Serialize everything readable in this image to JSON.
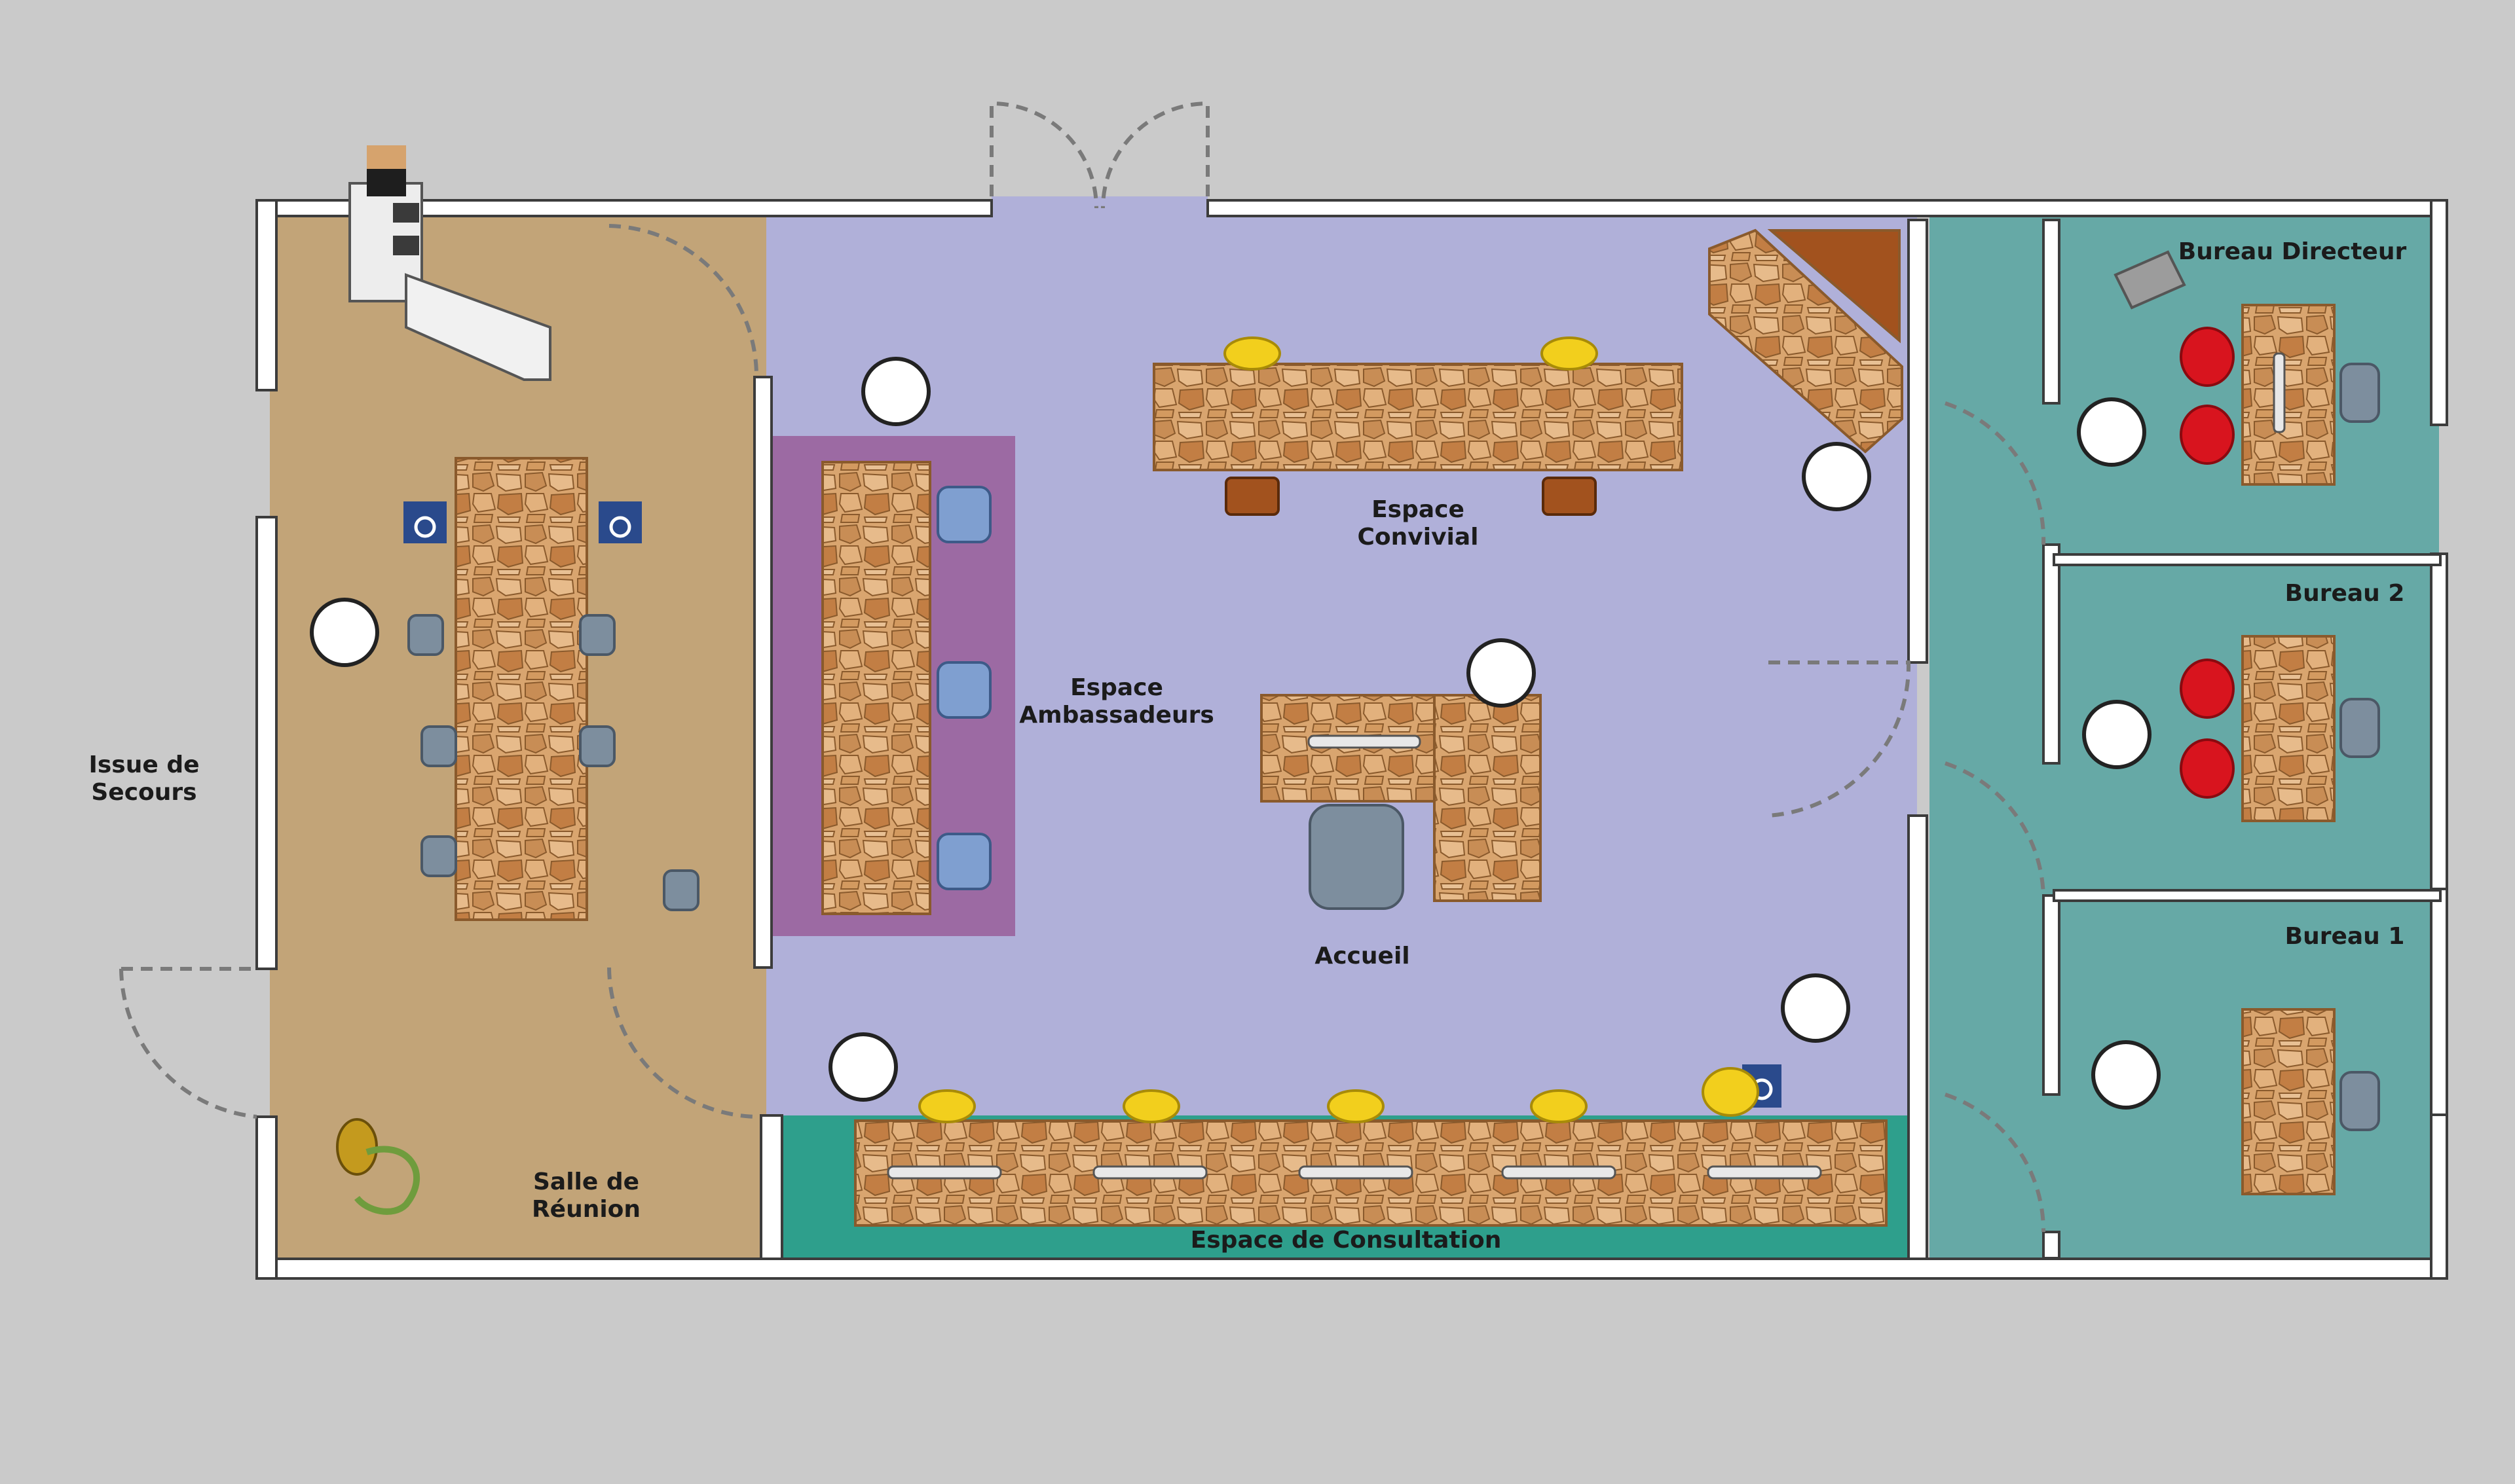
{
  "plan": {
    "rooms": {
      "meeting": {
        "name": "Salle de\nRéunion",
        "color": "#c2a478"
      },
      "main": {
        "name": "",
        "color": "#b0b0d9"
      },
      "ambassadors": {
        "name": "Espace\nAmbassadeurs",
        "color": "#9c6aa3"
      },
      "convivial": {
        "name": "Espace\nConvivial"
      },
      "reception": {
        "name": "Accueil"
      },
      "consultation": {
        "name": "Espace de Consultation",
        "color": "#2e9f8c"
      },
      "director": {
        "name": "Bureau Directeur",
        "color": "#66a9a6"
      },
      "office2": {
        "name": "Bureau 2",
        "color": "#66a9a6"
      },
      "office1": {
        "name": "Bureau 1",
        "color": "#66a9a6"
      }
    },
    "exit_label": "Issue de\nSecours",
    "colors": {
      "wall": "#ffffff",
      "outline": "#3c3c3c",
      "door_swing": "#7a7a7a",
      "table": "#c98f57",
      "chair_blue": "#7f9fd0",
      "chair_grey": "#7d8e9e",
      "armchair_red": "#d8141e",
      "stool_yellow": "#f2cf1d",
      "accessibility": "#2a4a8c"
    },
    "icons": [
      "door-swing-icon",
      "accessibility-icon",
      "chair-icon",
      "armchair-icon",
      "stool-icon",
      "computer-monitor-icon",
      "filing-cabinet-icon",
      "bookshelf-icon",
      "trash-bin-icon",
      "plant-pot-icon",
      "smartphone-icon",
      "paper-icon"
    ]
  }
}
